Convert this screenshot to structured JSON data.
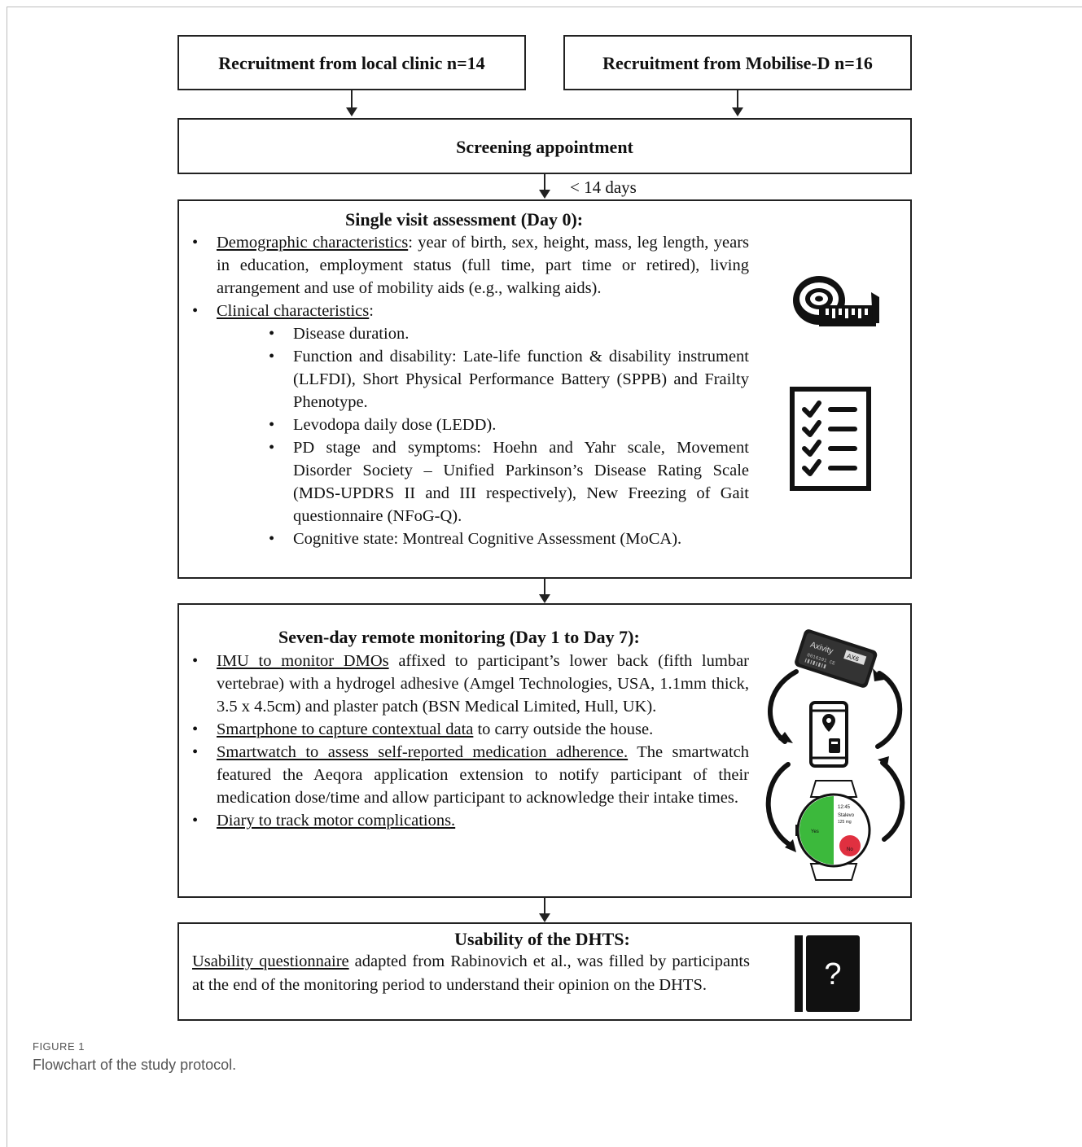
{
  "recruitment": {
    "local": "Recruitment from local clinic n=14",
    "mobilise": "Recruitment from Mobilise-D n=16"
  },
  "screening": {
    "title": "Screening appointment",
    "interval": "< 14 days"
  },
  "single_visit": {
    "title": "Single visit assessment (Day 0):",
    "demographic_label": "Demographic characteristics",
    "demographic_text": ": year of birth, sex, height, mass, leg length, years in education, employment status (full time, part time or retired), living arrangement and use of mobility aids (e.g., walking aids).",
    "clinical_label": "Clinical characteristics",
    "clinical_suffix": ":",
    "clinical_items": [
      "Disease duration.",
      "Function and disability: Late-life function & disability instrument (LLFDI), Short Physical Performance Battery (SPPB) and Frailty Phenotype.",
      "Levodopa daily dose (LEDD).",
      "PD stage and symptoms: Hoehn and Yahr scale, Movement Disorder Society – Unified Parkinson’s Disease Rating Scale (MDS-UPDRS II and III respectively), New Freezing of Gait questionnaire (NFoG-Q).",
      "Cognitive state: Montreal Cognitive Assessment (MoCA)."
    ]
  },
  "remote": {
    "title": "Seven-day remote monitoring (Day 1 to Day 7):",
    "imu_label": "IMU to monitor DMOs",
    "imu_text": " affixed to participant’s lower back (fifth lumbar vertebrae) with a hydrogel adhesive (Amgel Technologies, USA, 1.1mm thick, 3.5 x 4.5cm) and plaster patch (BSN Medical Limited, Hull, UK).",
    "phone_label": "Smartphone to capture contextual data",
    "phone_text": " to carry outside the house.",
    "watch_label": "Smartwatch to assess self-reported medication adherence.",
    "watch_text": " The smartwatch featured the Aeqora application extension to notify participant of their medication dose/time and allow participant to acknowledge their intake times.",
    "diary_label": "Diary to track motor complications.",
    "device_brand": "Axivity",
    "device_model": "AX6",
    "device_serial": "8016101 CE",
    "watch_time": "12:45",
    "watch_drug": "Stalevo",
    "watch_dose": "125 mg",
    "watch_yes": "Yes",
    "watch_no": "No"
  },
  "usability": {
    "title": "Usability of the DHTS:",
    "label": "Usability questionnaire",
    "text": " adapted from Rabinovich et al., was filled by participants at the end of the monitoring period to understand their opinion on the DHTS.",
    "book_symbol": "?"
  },
  "caption": {
    "label": "FIGURE 1",
    "text": "Flowchart of the study protocol."
  }
}
